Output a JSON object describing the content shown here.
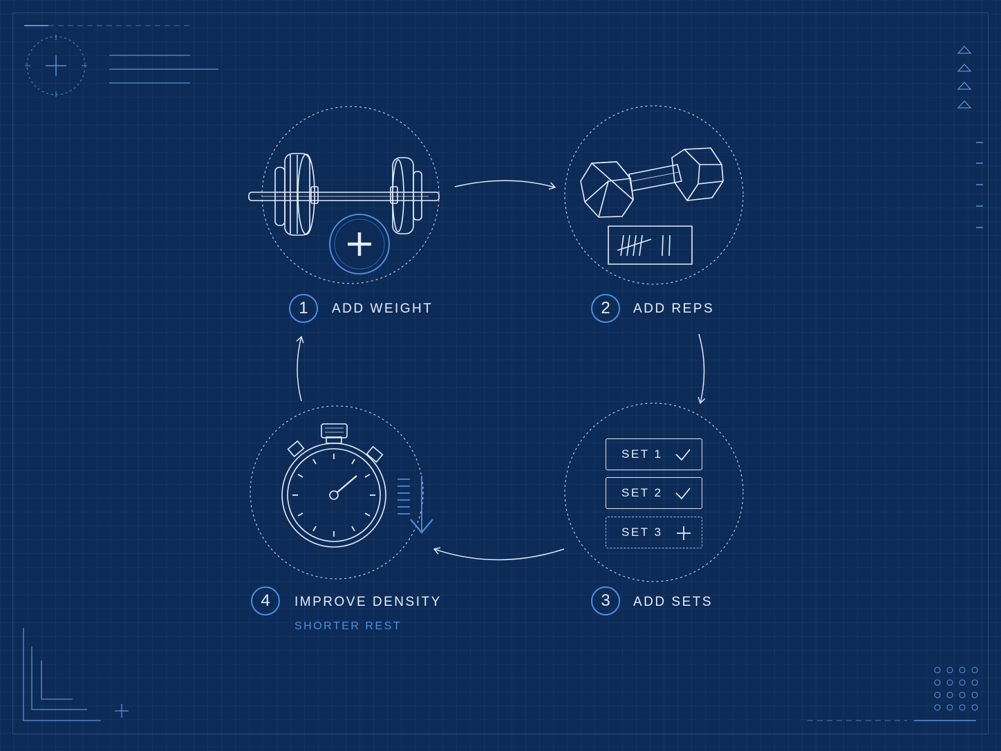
{
  "diagram": {
    "colors": {
      "background": "#0d2b57",
      "line": "#e6eef8",
      "accent": "#4a8fe0"
    },
    "steps": [
      {
        "number": "1",
        "label": "ADD WEIGHT",
        "icon": "barbell-plus-icon"
      },
      {
        "number": "2",
        "label": "ADD REPS",
        "icon": "dumbbell-tally-icon"
      },
      {
        "number": "3",
        "label": "ADD SETS",
        "icon": "set-checklist-icon"
      },
      {
        "number": "4",
        "label": "IMPROVE DENSITY",
        "sublabel": "SHORTER REST",
        "icon": "stopwatch-down-arrow-icon"
      }
    ],
    "sets": [
      {
        "label": "SET 1",
        "status": "check"
      },
      {
        "label": "SET 2",
        "status": "check"
      },
      {
        "label": "SET 3",
        "status": "add"
      }
    ]
  }
}
